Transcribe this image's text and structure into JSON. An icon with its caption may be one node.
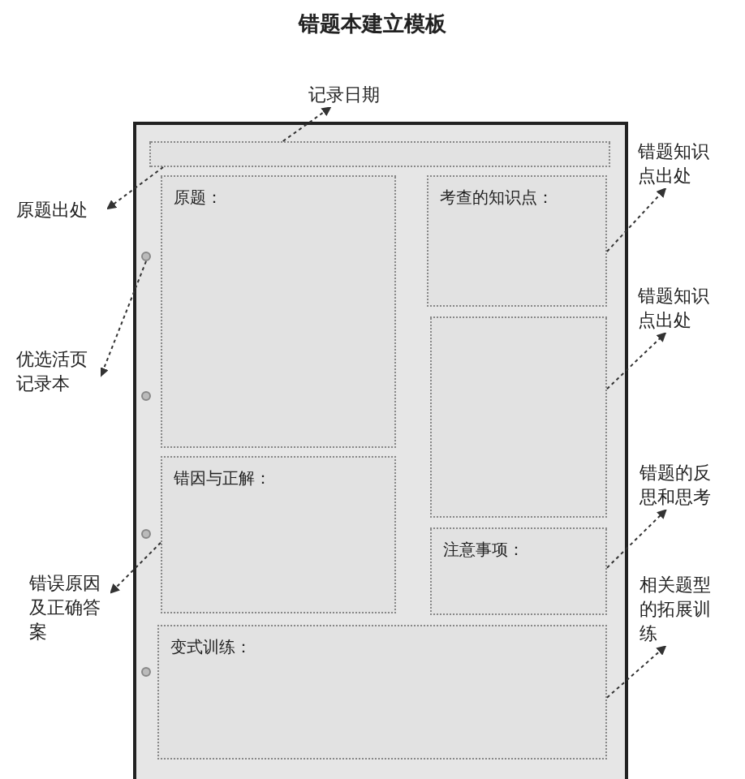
{
  "diagram": {
    "title": "错题本建立模板",
    "nodes": [
      {
        "text": [],
        "shape": "box"
      },
      {
        "text": [],
        "shape": "box",
        "in": 0
      },
      {
        "text": [
          "原题："
        ],
        "in": 0
      },
      {
        "text": [
          "考查的知识点："
        ],
        "in": 0
      },
      {
        "text": [],
        "shape": "box",
        "in": 0
      },
      {
        "text": [
          "错因与正解："
        ],
        "in": 0
      },
      {
        "text": [
          "注意事项："
        ],
        "in": 0
      },
      {
        "text": [
          "变式训练："
        ],
        "in": 0
      },
      {
        "text": [],
        "shape": "circle",
        "in": 0
      },
      {
        "text": [],
        "shape": "circle",
        "in": 0
      },
      {
        "text": [],
        "shape": "circle",
        "in": 0
      },
      {
        "text": [],
        "shape": "circle",
        "in": 0
      },
      {
        "text": [
          "记录日期"
        ]
      },
      {
        "text": [
          "原题出处"
        ]
      },
      {
        "text": [
          "错题知识点出处"
        ]
      },
      {
        "text": [
          "错题知识点出处"
        ]
      },
      {
        "text": [
          "优选活页记录本"
        ]
      },
      {
        "text": [
          "错题的反思和思考"
        ]
      },
      {
        "text": [
          "错误原因及正确答案"
        ]
      },
      {
        "text": [
          "相关题型的拓展训练"
        ]
      }
    ],
    "edges": [
      {
        "from": 1,
        "to": 12,
        "arrow": "to",
        "style": "dashed"
      },
      {
        "from": 1,
        "to": 13,
        "arrow": "to",
        "style": "dashed"
      },
      {
        "from": 3,
        "to": 14,
        "arrow": "to",
        "style": "dashed"
      },
      {
        "from": 4,
        "to": 15,
        "arrow": "to",
        "style": "dashed"
      },
      {
        "from": 8,
        "to": 16,
        "arrow": "to",
        "style": "dashed"
      },
      {
        "from": 6,
        "to": 17,
        "arrow": "to",
        "style": "dashed"
      },
      {
        "from": 5,
        "to": 18,
        "arrow": "to",
        "style": "dashed"
      },
      {
        "from": 7,
        "to": 19,
        "arrow": "to",
        "style": "dashed"
      }
    ]
  }
}
